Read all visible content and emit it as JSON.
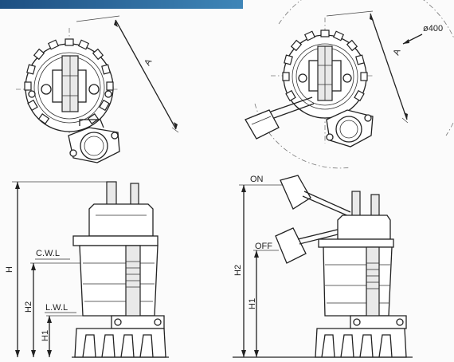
{
  "labels": {
    "a_left": "A",
    "a_right": "A",
    "diameter": "ø400",
    "h": "H",
    "h1_left": "H1",
    "h2_left": "H2",
    "cwl": "C.W.L",
    "lwl": "L.W.L",
    "on": "ON",
    "off": "OFF",
    "h1_right": "H1",
    "h2_right": "H2"
  },
  "colors": {
    "header_band_dark": "#1d4f82",
    "header_band_light": "#3f86b8"
  }
}
